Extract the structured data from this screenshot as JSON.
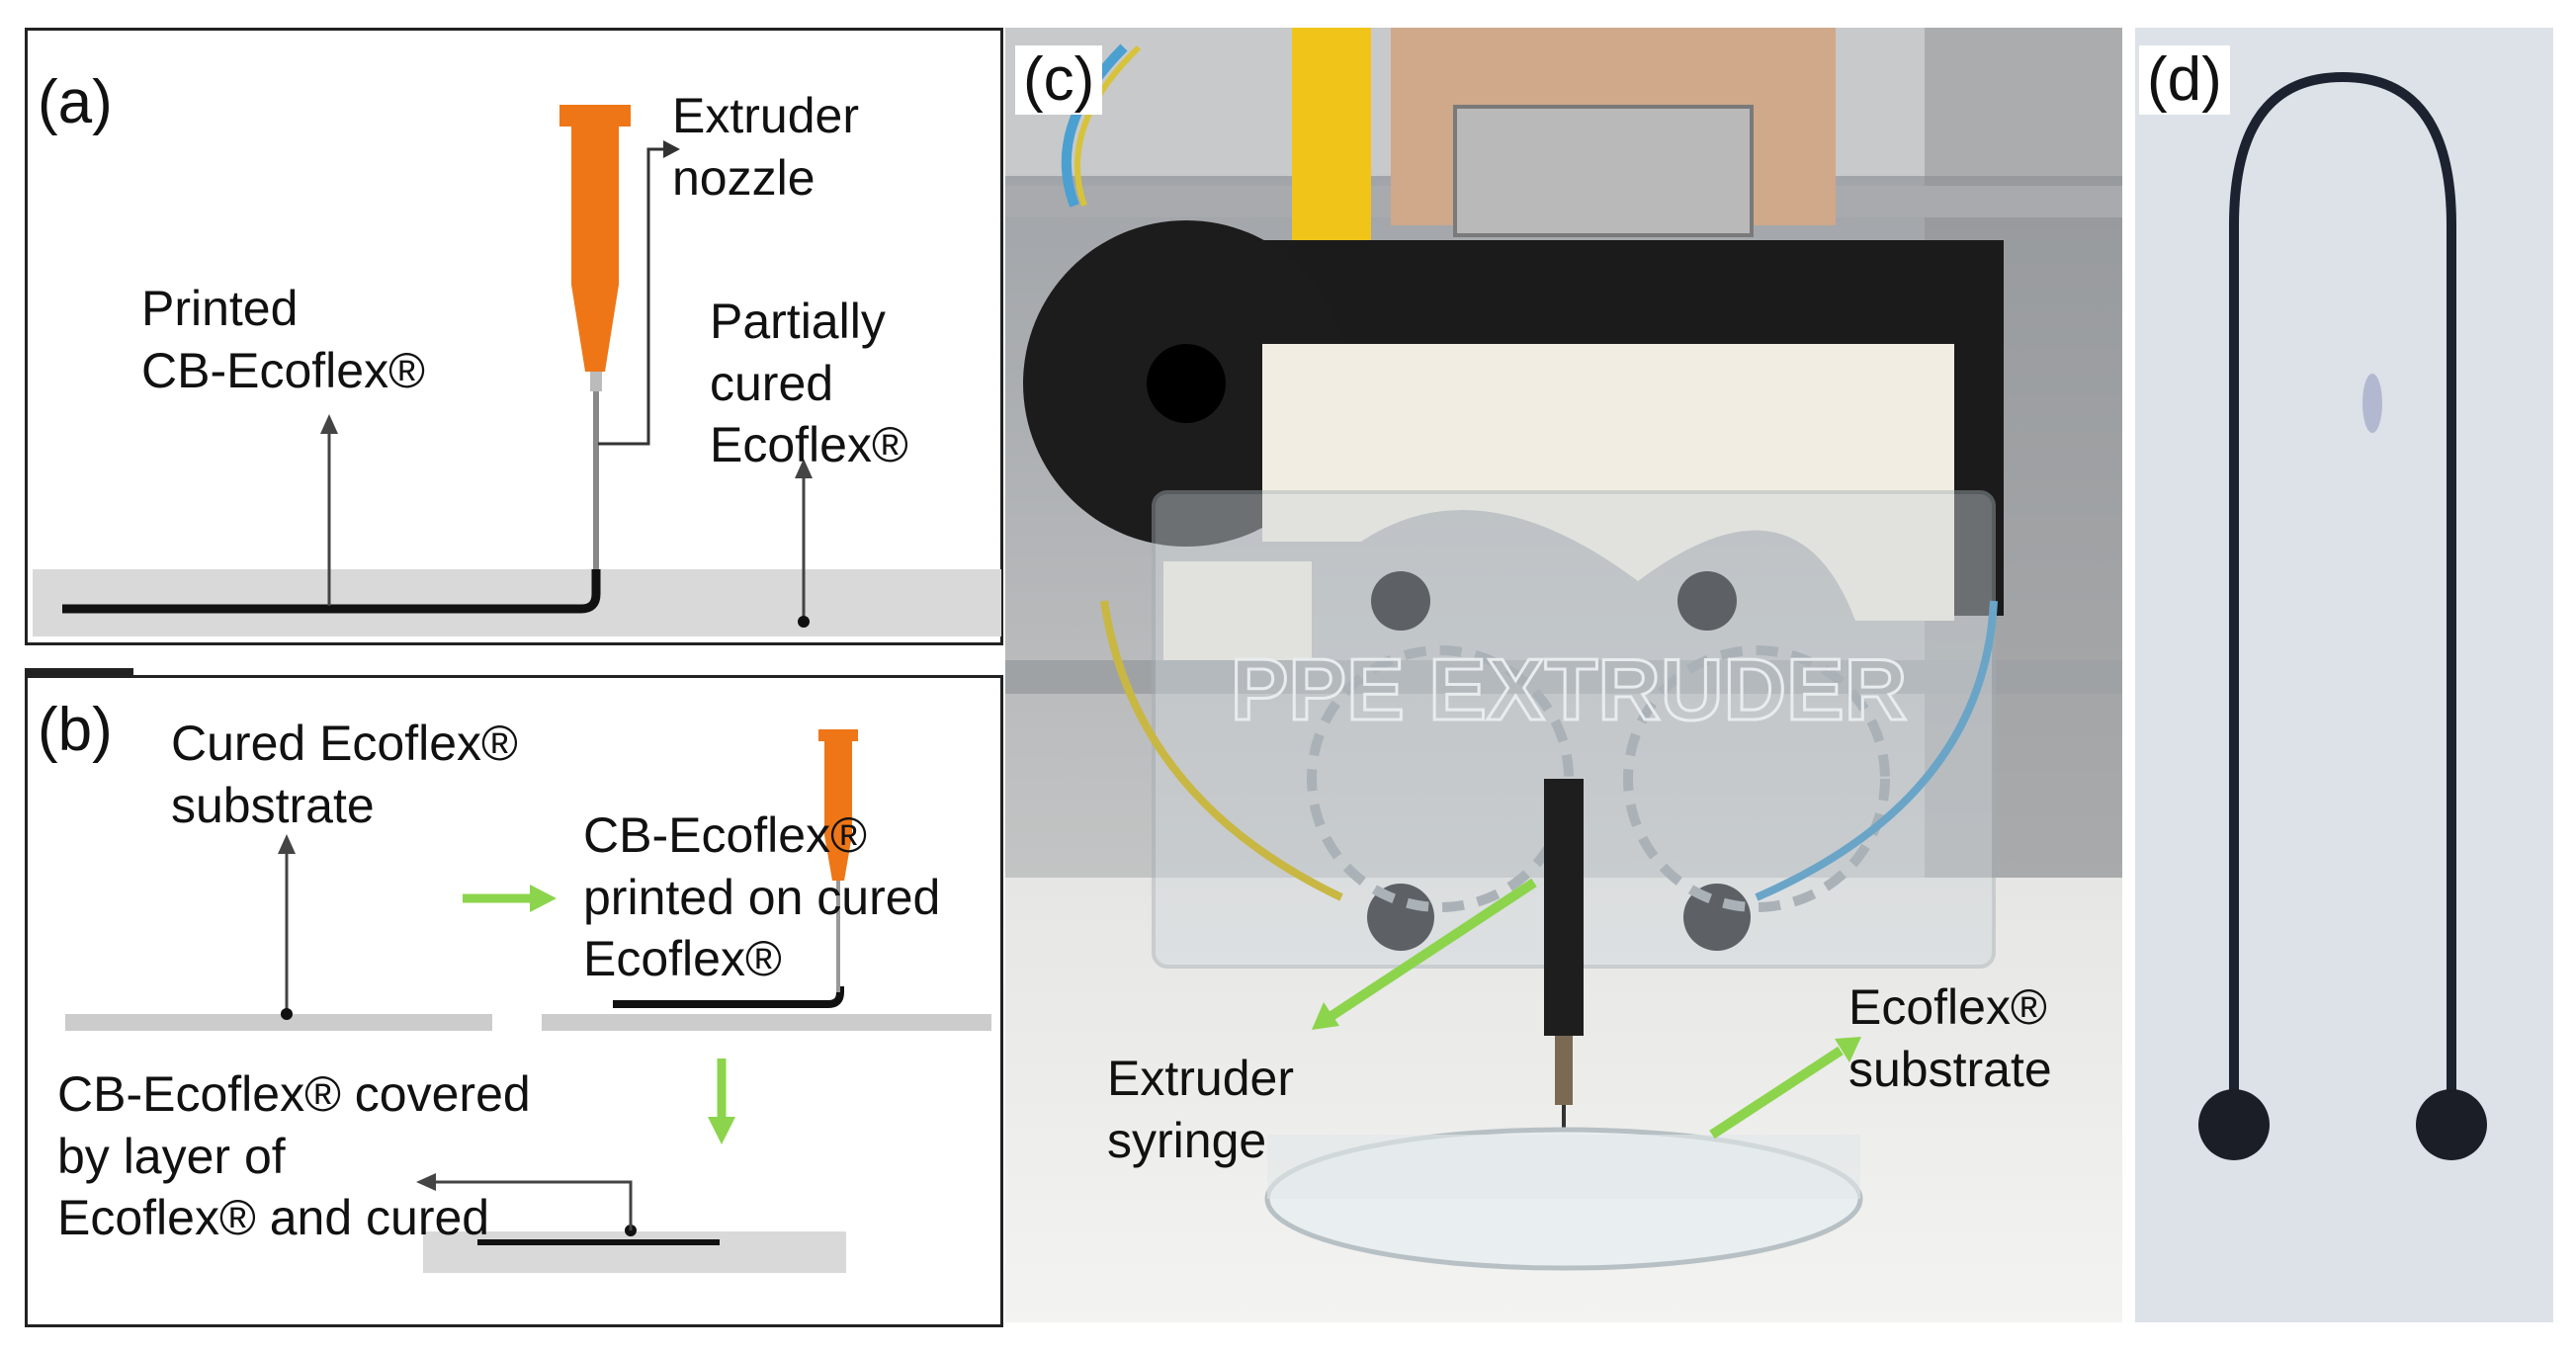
{
  "colors": {
    "nozzle_orange": "#ee7617",
    "arrow_green": "#8cd44c",
    "substrate_gray": "#d9d9d9",
    "trace_black": "#111111"
  },
  "panel_a": {
    "label": "(a)",
    "nozzle_label": "Extruder\nnozzle",
    "printed_label": "Printed\nCB-Ecoflex®",
    "partial_label": "Partially\ncured\nEcoflex®"
  },
  "panel_b": {
    "label": "(b)",
    "substrate_label": "Cured Ecoflex®\nsubstrate",
    "printed_on_label": "CB-Ecoflex®\nprinted on  cured\nEcoflex®",
    "covered_label": "CB-Ecoflex® covered\nby layer of\nEcoflex® and cured"
  },
  "panel_c": {
    "label": "(c)",
    "engraving": "PPE EXTRUDER",
    "syringe_label": "Extruder\nsyringe",
    "substrate_label": "Ecoflex®\nsubstrate"
  },
  "panel_d": {
    "label": "(d)"
  }
}
